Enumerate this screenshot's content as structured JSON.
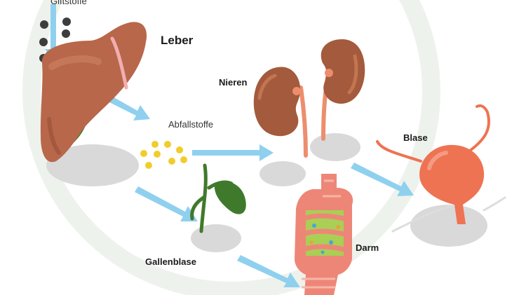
{
  "labels": {
    "giftstoffe": "Giftstoffe",
    "leber": "Leber",
    "nieren": "Nieren",
    "abfallstoffe": "Abfallstoffe",
    "blase": "Blase",
    "darm": "Darm",
    "gallenblase": "Gallenblase"
  },
  "colors": {
    "arrow": "#8fd0ee",
    "liver": "#b8674a",
    "kidney": "#a45a3c",
    "bladder": "#ee7353",
    "intestine": "#ee8678",
    "intestine_content": "#a9cf54",
    "gallbladder": "#3f7a2c",
    "toxin_dot": "#3d3d3d",
    "waste_dot": "#f1cd2c",
    "shadow": "#d9d9d9",
    "background_ring": "#eef2ec"
  },
  "icons": [
    "liver-icon",
    "kidneys-icon",
    "bladder-icon",
    "intestine-icon",
    "gallbladder-icon"
  ]
}
